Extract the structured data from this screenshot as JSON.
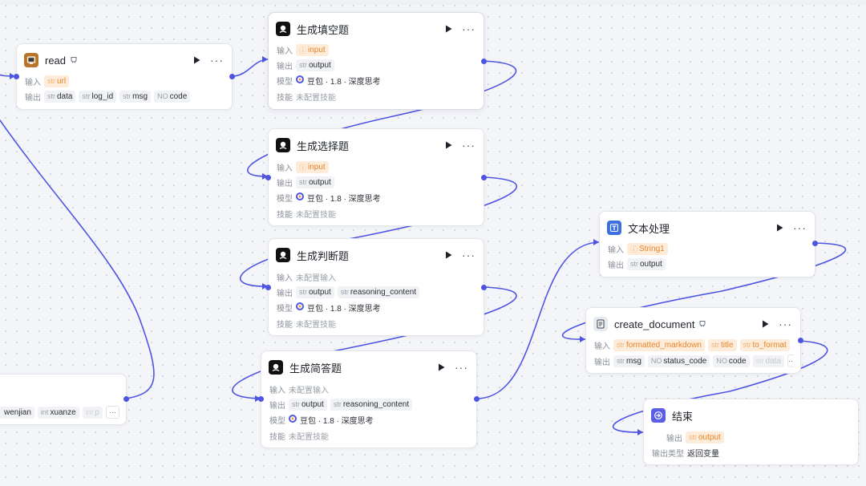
{
  "colors": {
    "accent": "#4e55e0",
    "required_bg": "#fdecd9",
    "required_text": "#e8852a"
  },
  "labels": {
    "input": "输入",
    "output": "输出",
    "model": "模型",
    "skill": "技能",
    "output_type": "输出类型"
  },
  "node_read": {
    "title": "read",
    "badge_icon": "plugin-badge-icon",
    "inputs": [
      {
        "type": "str",
        "name": "url"
      }
    ],
    "outputs": [
      {
        "type": "str",
        "name": "data"
      },
      {
        "type": "str",
        "name": "log_id"
      },
      {
        "type": "str",
        "name": "msg"
      },
      {
        "type": "NO",
        "name": "code"
      }
    ]
  },
  "node_fill": {
    "title": "生成填空题",
    "inputs": [
      {
        "type": "",
        "name": "input"
      }
    ],
    "outputs": [
      {
        "type": "str",
        "name": "output"
      }
    ],
    "model": "豆包 · 1.8 · 深度思考",
    "skill": "未配置技能"
  },
  "node_choice": {
    "title": "生成选择题",
    "inputs": [
      {
        "type": "",
        "name": "input"
      }
    ],
    "outputs": [
      {
        "type": "str",
        "name": "output"
      }
    ],
    "model": "豆包 · 1.8 · 深度思考",
    "skill": "未配置技能"
  },
  "node_judge": {
    "title": "生成判断题",
    "input_empty": "未配置输入",
    "outputs": [
      {
        "type": "str",
        "name": "output"
      },
      {
        "type": "str",
        "name": "reasoning_content"
      }
    ],
    "model": "豆包 · 1.8 · 深度思考",
    "skill": "未配置技能"
  },
  "node_short": {
    "title": "生成简答题",
    "input_empty": "未配置输入",
    "outputs": [
      {
        "type": "str",
        "name": "output"
      },
      {
        "type": "str",
        "name": "reasoning_content"
      }
    ],
    "model": "豆包 · 1.8 · 深度思考",
    "skill": "未配置技能"
  },
  "node_text": {
    "title": "文本处理",
    "inputs": [
      {
        "type": "",
        "name": "String1"
      }
    ],
    "outputs": [
      {
        "type": "str",
        "name": "output"
      }
    ]
  },
  "node_doc": {
    "title": "create_document",
    "inputs": [
      {
        "type": "str",
        "name": "formatted_markdown"
      },
      {
        "type": "str",
        "name": "title"
      },
      {
        "type": "str",
        "name": "to_format"
      }
    ],
    "outputs": [
      {
        "type": "str",
        "name": "msg"
      },
      {
        "type": "NO",
        "name": "status_code"
      },
      {
        "type": "NO",
        "name": "code"
      },
      {
        "type": "str",
        "name": "data"
      }
    ],
    "more": "···"
  },
  "node_end": {
    "title": "结束",
    "output": {
      "type": "str",
      "name": "output"
    },
    "output_type_value": "返回变量"
  },
  "node_partial": {
    "outputs": [
      {
        "type": "",
        "name": "wenjian"
      },
      {
        "type": "int",
        "name": "xuanze"
      },
      {
        "type": "int",
        "name": "p"
      }
    ],
    "more": "···"
  },
  "node_actions": {
    "run": "play-icon",
    "more": "···"
  }
}
